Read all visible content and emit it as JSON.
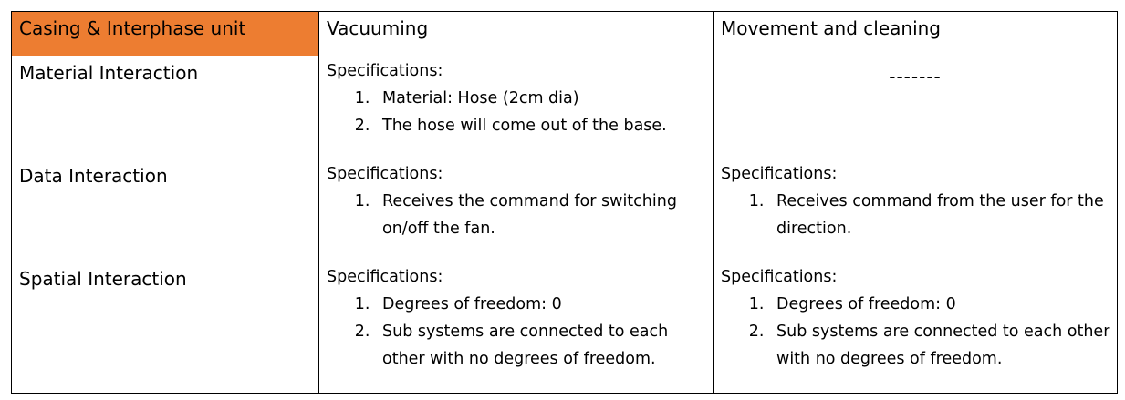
{
  "header": {
    "col1": "Casing & Interphase unit",
    "col2": "Vacuuming",
    "col3": "Movement and cleaning"
  },
  "rows": [
    {
      "label": "Material Interaction",
      "vacuuming": {
        "title": "Specifications:",
        "items": [
          "Material: Hose (2cm dia)",
          "The hose will come out of the base."
        ]
      },
      "movement": {
        "placeholder": "-------"
      }
    },
    {
      "label": "Data Interaction",
      "vacuuming": {
        "title": "Specifications:",
        "items": [
          "Receives the command for switching on/off the fan."
        ]
      },
      "movement": {
        "title": "Specifications:",
        "items": [
          "Receives command from the user for the direction."
        ]
      }
    },
    {
      "label": "Spatial Interaction",
      "vacuuming": {
        "title": "Specifications:",
        "items": [
          "Degrees of freedom: 0",
          "Sub systems are connected to each other with no degrees of freedom."
        ]
      },
      "movement": {
        "title": "Specifications:",
        "items": [
          "Degrees of freedom: 0",
          "Sub systems are connected to each other with no degrees of freedom."
        ]
      }
    }
  ],
  "colors": {
    "header_highlight": "#ED7D31",
    "border": "#000000"
  }
}
